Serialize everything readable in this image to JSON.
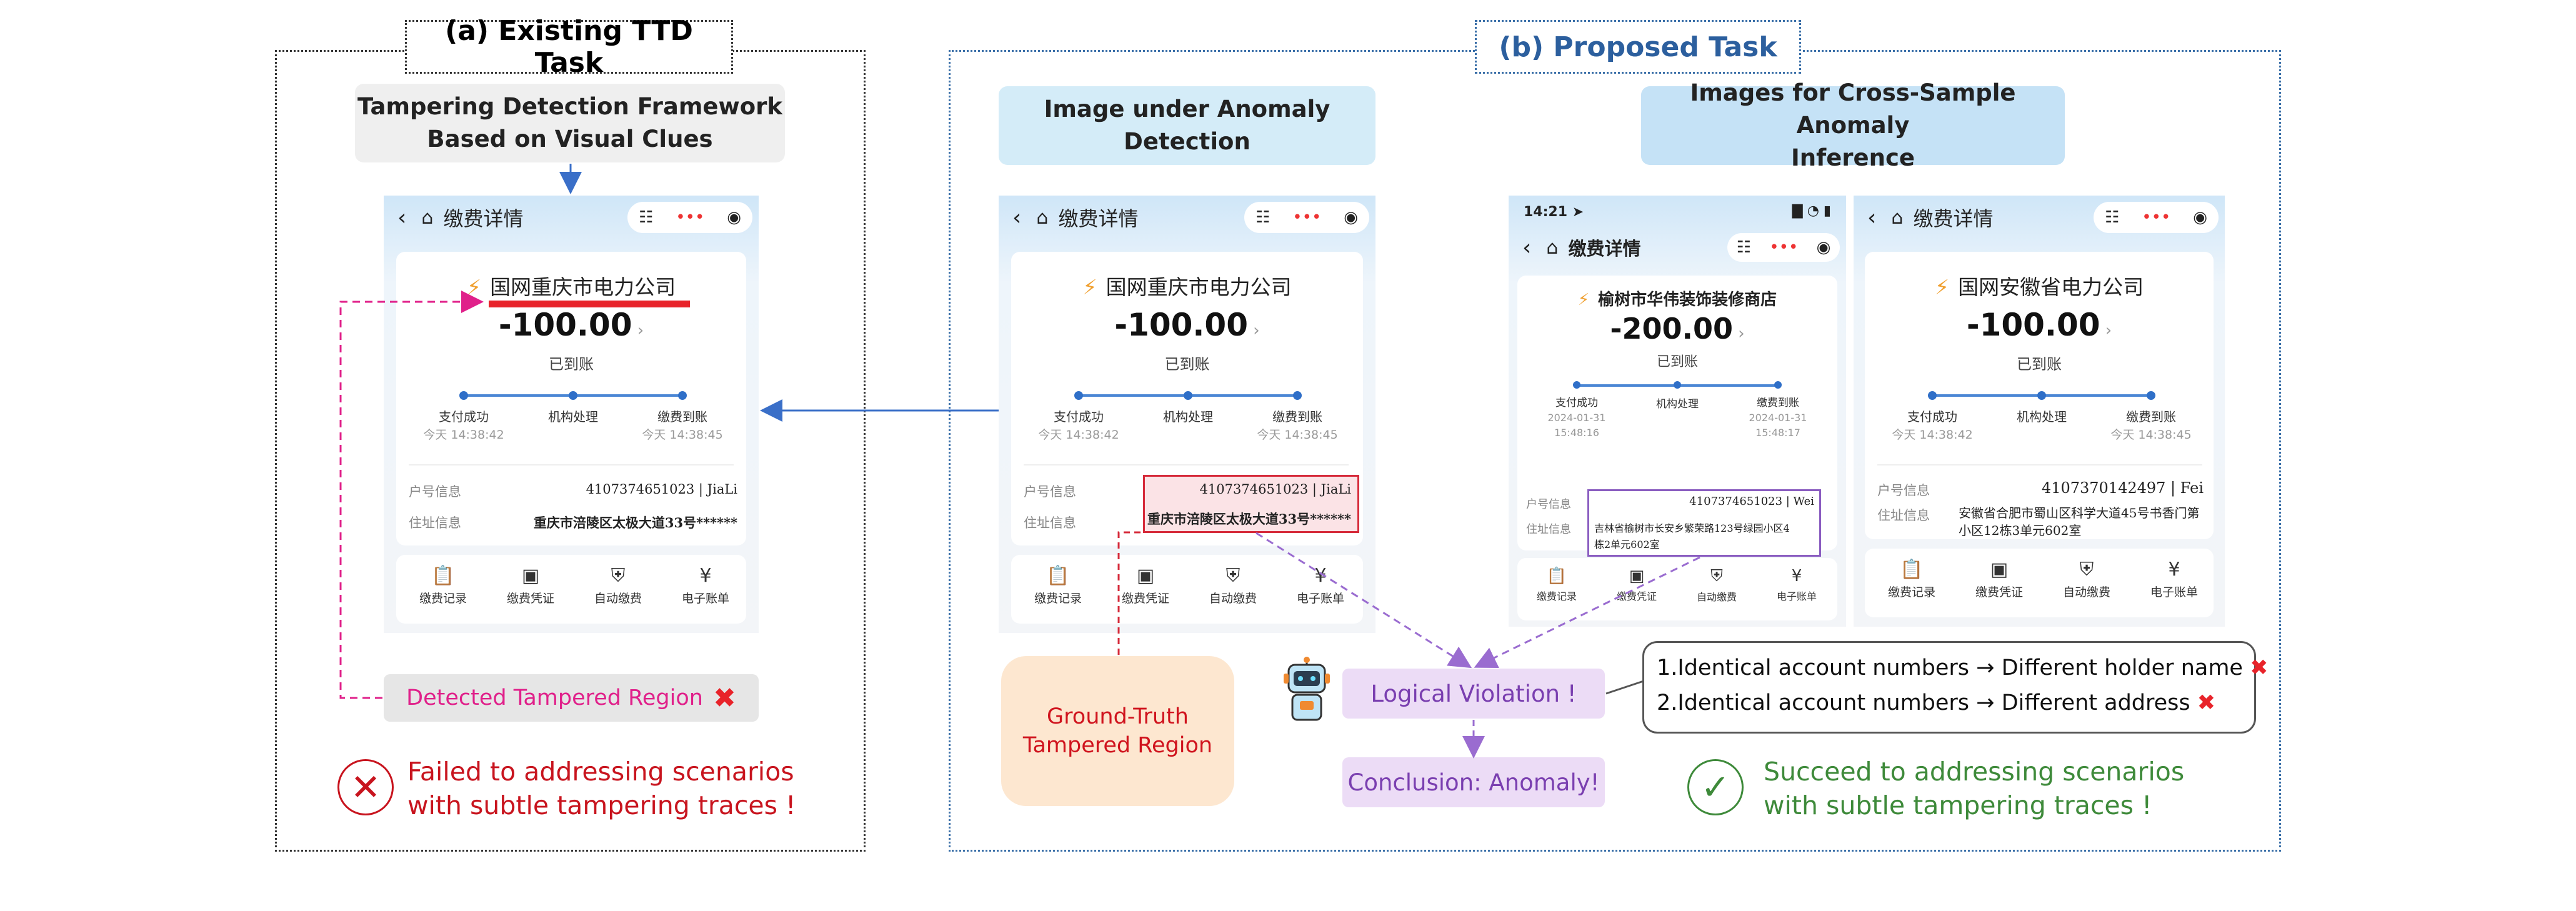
{
  "panel_a": {
    "title": "(a)  Existing TTD Task",
    "framework_label_1": "Tampering Detection Framework",
    "framework_label_2": "Based on Visual Clues",
    "detected_label": "Detected Tampered Region",
    "outcome_line1": "Failed to addressing scenarios",
    "outcome_line2": "with subtle tampering traces !"
  },
  "panel_b": {
    "title": "(b) Proposed Task",
    "anomaly_header_1": "Image under Anomaly",
    "anomaly_header_2": "Detection",
    "cross_header_1": "Images for Cross-Sample Anomaly",
    "cross_header_2": "Inference",
    "ground_truth_1": "Ground-Truth",
    "ground_truth_2": "Tampered Region",
    "logical_violation": "Logical Violation !",
    "conclusion": "Conclusion: Anomaly!",
    "reason_1": "1.Identical account numbers → Different holder name",
    "reason_2": "2.Identical account numbers → Different address",
    "outcome_line1": "Succeed to addressing scenarios",
    "outcome_line2": "with subtle tampering traces !"
  },
  "common": {
    "nav_title": "缴费详情",
    "status": "已到账",
    "step1": "支付成功",
    "step2": "机构处理",
    "step3": "缴费到账",
    "step_time": "今天 14:38:42",
    "step_time3": "今天 14:38:45",
    "account_key": "户号信息",
    "address_key": "住址信息",
    "nav_records": "缴费记录",
    "nav_voucher": "缴费凭证",
    "nav_auto": "自动缴费",
    "nav_bill": "电子账单"
  },
  "receipt_a": {
    "company": "国网重庆市电力公司",
    "amount": "-100.00",
    "account": "4107374651023 | JiaLi",
    "address": "重庆市涪陵区太极大道33号******"
  },
  "receipt_b": {
    "company": "国网重庆市电力公司",
    "amount": "-100.00",
    "account": "4107374651023 | JiaLi",
    "address": "重庆市涪陵区太极大道33号******"
  },
  "receipt_c": {
    "clock": "14:21",
    "company": "榆树市华伟装饰装修商店",
    "amount": "-200.00",
    "date1": "2024-01-31",
    "time1": "15:48:16",
    "date3": "2024-01-31",
    "time3": "15:48:17",
    "account": "4107374651023 | Wei",
    "address_1": "吉林省榆树市长安乡繁荣路123号绿园小区4",
    "address_2": "栋2单元602室"
  },
  "receipt_d": {
    "company": "国网安徽省电力公司",
    "amount": "-100.00",
    "account": "4107370142497 | Fei",
    "address_1": "安徽省合肥市蜀山区科学大道45号书香门第",
    "address_2": "小区12栋3单元602室"
  },
  "colors": {
    "red": "#e8232a",
    "magenta": "#e0208a",
    "purple": "#8a5cc0",
    "blue": "#3a6fa8",
    "green": "#3e8a3a",
    "dark_red": "#c8141e"
  }
}
